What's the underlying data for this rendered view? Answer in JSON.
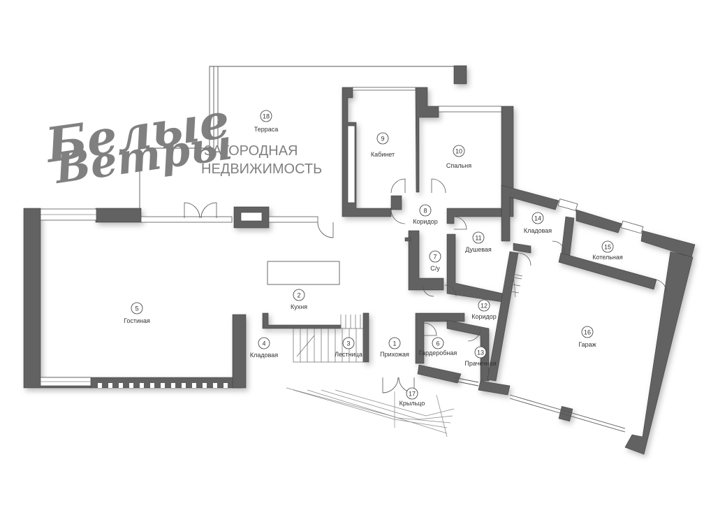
{
  "logo": {
    "line1": "Белые",
    "line2": "Ветры",
    "tagline1": "ЗАГОРОДНАЯ",
    "tagline2": "НЕДВИЖИМОСТЬ"
  },
  "rooms": [
    {
      "num": "1",
      "name": "Прихожая"
    },
    {
      "num": "2",
      "name": "Кухня"
    },
    {
      "num": "3",
      "name": "Лестница"
    },
    {
      "num": "4",
      "name": "Кладовая"
    },
    {
      "num": "5",
      "name": "Гостиная"
    },
    {
      "num": "6",
      "name": "Гардеробная"
    },
    {
      "num": "7",
      "name": "С/у"
    },
    {
      "num": "8",
      "name": "Коридор"
    },
    {
      "num": "9",
      "name": "Кабинет"
    },
    {
      "num": "10",
      "name": "Спальня"
    },
    {
      "num": "11",
      "name": "Душевая"
    },
    {
      "num": "12",
      "name": "Коридор"
    },
    {
      "num": "13",
      "name": "Прачечная"
    },
    {
      "num": "14",
      "name": "Кладовая"
    },
    {
      "num": "15",
      "name": "Котельная"
    },
    {
      "num": "16",
      "name": "Гараж"
    },
    {
      "num": "17",
      "name": "Крыльцо"
    },
    {
      "num": "18",
      "name": "Терраса"
    }
  ]
}
